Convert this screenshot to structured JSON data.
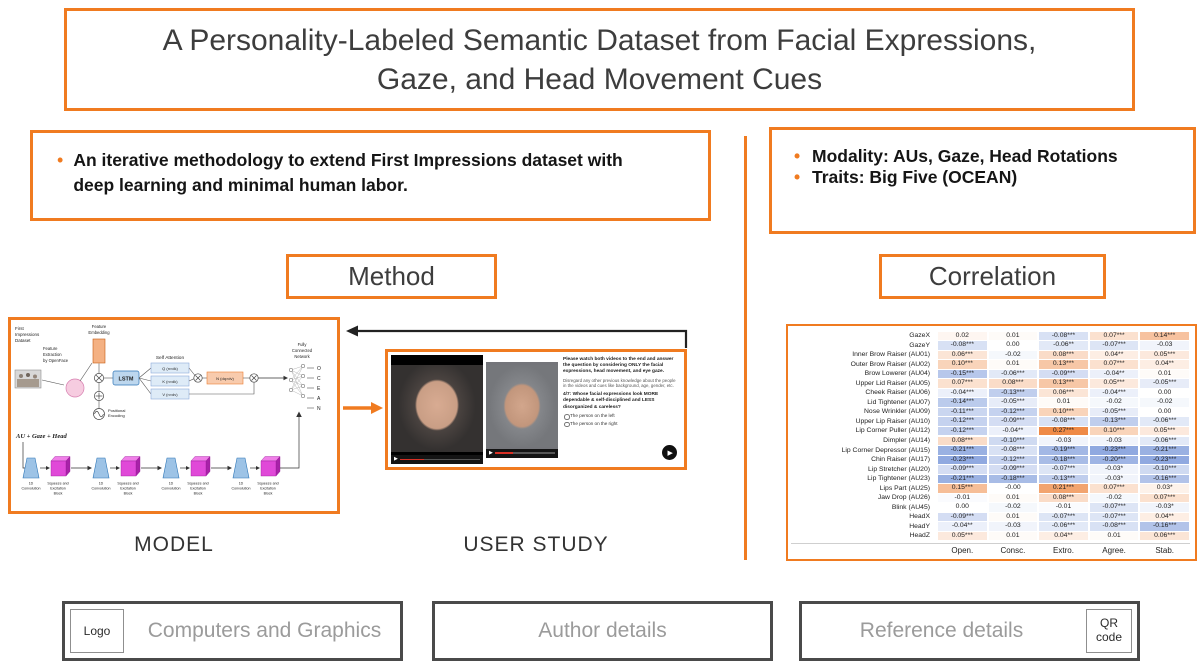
{
  "colors": {
    "accent": "#F07B20",
    "footer_frame": "#4A4A4A",
    "muted_text": "#9B9B9B"
  },
  "heatmap": {
    "positive": "#ED7D31",
    "negative": "#6E8FD6",
    "max_abs": 0.3
  },
  "title": "A Personality-Labeled Semantic Dataset from Facial Expressions, Gaze, and Head Movement Cues",
  "left_box": {
    "bullet": "An iterative methodology to extend First Impressions dataset with deep learning and minimal human labor."
  },
  "right_box": {
    "bullets": [
      "Modality: AUs, Gaze, Head Rotations",
      "Traits: Big Five (OCEAN)"
    ]
  },
  "section_labels": {
    "method": "Method",
    "correlation": "Correlation",
    "model": "MODEL",
    "user_study": "USER STUDY"
  },
  "model_diagram": {
    "dataset_lines": [
      "First",
      "Impressions",
      "Dataset"
    ],
    "extraction_lines": [
      "Feature",
      "Extraction",
      "by OpenFace"
    ],
    "embedding_lines": [
      "Feature",
      "Embedding"
    ],
    "self_attention": "Self Attention",
    "lstm": "LSTM",
    "q": "Q (n×dk)",
    "k": "K (n×dk)",
    "v": "V (n×dv)",
    "n_box": "N (dq×dv)",
    "positional_lines": [
      "Positional",
      "Encoding"
    ],
    "fc_lines": [
      "Fully",
      "Connected",
      "Network"
    ],
    "outputs": [
      "O",
      "C",
      "E",
      "A",
      "N"
    ],
    "input_label": "AU + Gaze + Head",
    "conv_label_lines": [
      "1D",
      "Convolution"
    ],
    "se_label_lines": [
      "Squeeze and",
      "Excitation",
      "Block"
    ]
  },
  "user_study": {
    "instruction1": "Please watch both videos to the end and answer the question by considering ONLY the facial expressions, head movement, and eye gaze.",
    "instruction2": "Disregard any other previous knowledge about the people in the videos and cues like background, age, gender, etc.",
    "question": "4/7: Whose facial expressions look MORE dependable & self-disciplined and LESS disorganized & careless?",
    "options": [
      "The person on the left",
      "The person on the right"
    ],
    "play_glyph": "▶"
  },
  "correlation_table": {
    "columns": [
      "Open.",
      "Consc.",
      "Extro.",
      "Agree.",
      "Stab."
    ],
    "rows": [
      {
        "label": "GazeX",
        "values": [
          "0.02",
          "0.01",
          "-0.08***",
          "0.07***",
          "0.14***"
        ]
      },
      {
        "label": "GazeY",
        "values": [
          "-0.08***",
          "0.00",
          "-0.06**",
          "-0.07***",
          "-0.03"
        ]
      },
      {
        "label": "Inner Brow Raiser (AU01)",
        "values": [
          "0.06***",
          "-0.02",
          "0.08***",
          "0.04**",
          "0.05***"
        ]
      },
      {
        "label": "Outer Brow Raiser (AU02)",
        "values": [
          "0.10***",
          "0.01",
          "0.13***",
          "0.07***",
          "0.04**"
        ]
      },
      {
        "label": "Brow Lowerer (AU04)",
        "values": [
          "-0.15***",
          "-0.06***",
          "-0.09***",
          "-0.04**",
          "0.01"
        ]
      },
      {
        "label": "Upper Lid Raiser (AU05)",
        "values": [
          "0.07***",
          "0.08***",
          "0.13***",
          "0.05***",
          "-0.05***"
        ]
      },
      {
        "label": "Cheek Raiser (AU06)",
        "values": [
          "-0.04***",
          "-0.13***",
          "0.06***",
          "-0.04***",
          "0.00"
        ]
      },
      {
        "label": "Lid Tightener (AU07)",
        "values": [
          "-0.14***",
          "-0.05***",
          "0.01",
          "-0.02",
          "-0.02"
        ]
      },
      {
        "label": "Nose Wrinkler (AU09)",
        "values": [
          "-0.11***",
          "-0.12***",
          "0.10***",
          "-0.05***",
          "0.00"
        ]
      },
      {
        "label": "Upper Lip Raiser (AU10)",
        "values": [
          "-0.12***",
          "-0.09***",
          "-0.08***",
          "-0.13***",
          "-0.06***"
        ]
      },
      {
        "label": "Lip Corner Puller (AU12)",
        "values": [
          "-0.12***",
          "-0.04**",
          "0.27***",
          "0.10***",
          "0.05***"
        ]
      },
      {
        "label": "Dimpler (AU14)",
        "values": [
          "0.08***",
          "-0.10***",
          "-0.03",
          "-0.03",
          "-0.06***"
        ]
      },
      {
        "label": "Lip Corner Depressor (AU15)",
        "values": [
          "-0.21***",
          "-0.08***",
          "-0.19***",
          "-0.23***",
          "-0.21***"
        ]
      },
      {
        "label": "Chin Raiser (AU17)",
        "values": [
          "-0.23***",
          "-0.12***",
          "-0.18***",
          "-0.20***",
          "-0.23***"
        ]
      },
      {
        "label": "Lip Stretcher (AU20)",
        "values": [
          "-0.09***",
          "-0.09***",
          "-0.07***",
          "-0.03*",
          "-0.10***"
        ]
      },
      {
        "label": "Lip Tightener (AU23)",
        "values": [
          "-0.21***",
          "-0.18***",
          "-0.13***",
          "-0.03*",
          "-0.16***"
        ]
      },
      {
        "label": "Lips Part (AU25)",
        "values": [
          "0.15***",
          "-0.00",
          "0.21***",
          "0.07***",
          "0.03*"
        ]
      },
      {
        "label": "Jaw Drop (AU26)",
        "values": [
          "-0.01",
          "0.01",
          "0.08***",
          "-0.02",
          "0.07***"
        ]
      },
      {
        "label": "Blink (AU45)",
        "values": [
          "0.00",
          "-0.02",
          "-0.01",
          "-0.07***",
          "-0.03*"
        ]
      },
      {
        "label": "HeadX",
        "values": [
          "-0.09***",
          "0.01",
          "-0.07***",
          "-0.07***",
          "0.04**"
        ]
      },
      {
        "label": "HeadY",
        "values": [
          "-0.04**",
          "-0.03",
          "-0.06***",
          "-0.08***",
          "-0.16***"
        ]
      },
      {
        "label": "HeadZ",
        "values": [
          "0.05***",
          "0.01",
          "0.04**",
          "0.01",
          "0.06***"
        ]
      }
    ]
  },
  "footer": {
    "logo": "Logo",
    "venue": "Computers and Graphics",
    "authors": "Author details",
    "reference": "Reference details",
    "qr": "QR code"
  }
}
